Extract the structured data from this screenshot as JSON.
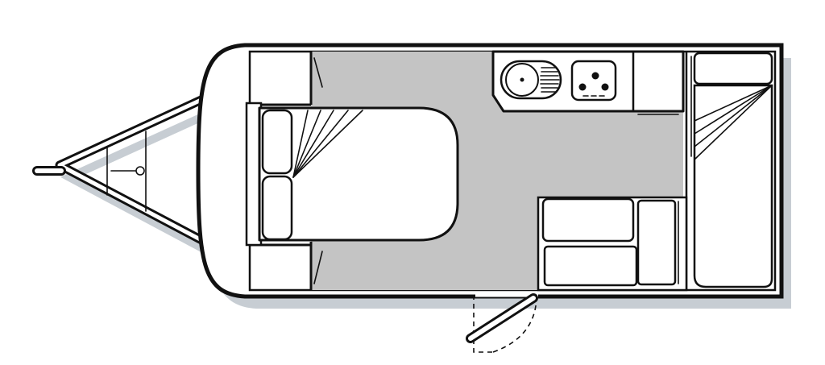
{
  "colors": {
    "outline": "#111111",
    "floor": "#c4c4c4",
    "furniture": "#ffffff",
    "shadow": "#9aa6b0",
    "background": "#ffffff"
  },
  "areas": [
    {
      "id": "front-bed",
      "kind": "double bed"
    },
    {
      "id": "kitchen",
      "kind": "sink and stove"
    },
    {
      "id": "dinette",
      "kind": "seating"
    },
    {
      "id": "rear-bed",
      "kind": "single bed"
    },
    {
      "id": "entry-door",
      "kind": "door"
    },
    {
      "id": "a-frame",
      "kind": "tow hitch"
    }
  ]
}
